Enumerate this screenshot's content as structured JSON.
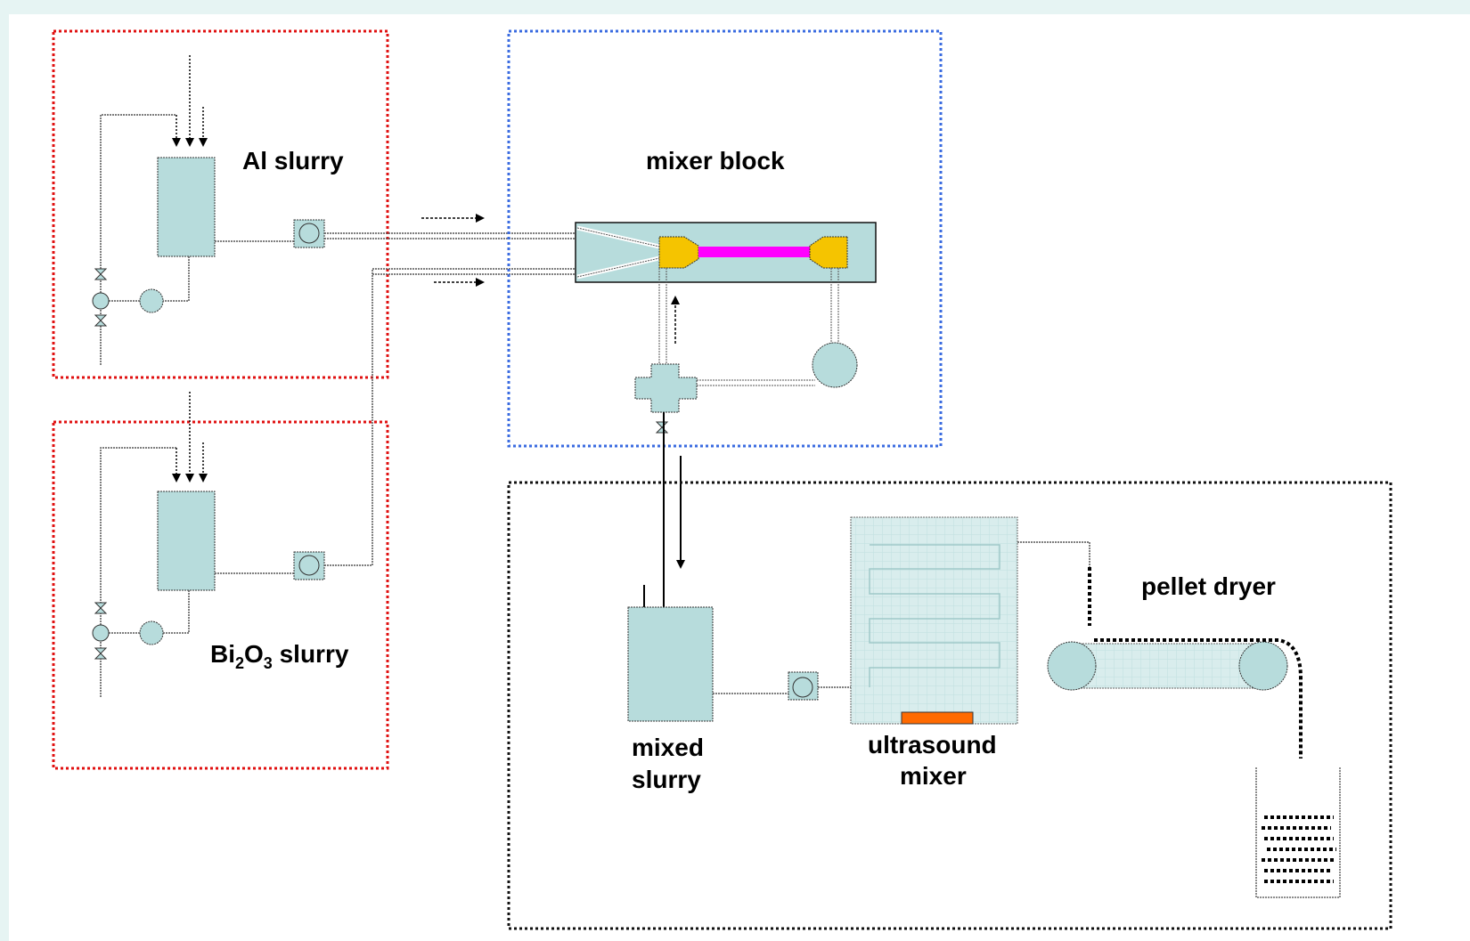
{
  "labels": {
    "al_slurry": "Al slurry",
    "bi_prefix": "Bi",
    "bi_sub1": "2",
    "bi_mid": "O",
    "bi_sub2": "3",
    "bi_suffix": " slurry",
    "mixer_block": "mixer block",
    "mixed_line1": "mixed",
    "mixed_line2": "slurry",
    "ultra_line1": "ultrasound",
    "ultra_line2": "mixer",
    "pellet_dryer": "pellet dryer"
  },
  "colors": {
    "equipment_fill": "#b7dcdc",
    "group_al": "#e01010",
    "group_bi": "#e01010",
    "group_mixer": "#3a6be0",
    "group_processing": "#111111",
    "nozzle_yellow": "#f5c400",
    "mixing_channel_magenta": "#ff00ff",
    "heater_orange": "#ff6a00"
  }
}
